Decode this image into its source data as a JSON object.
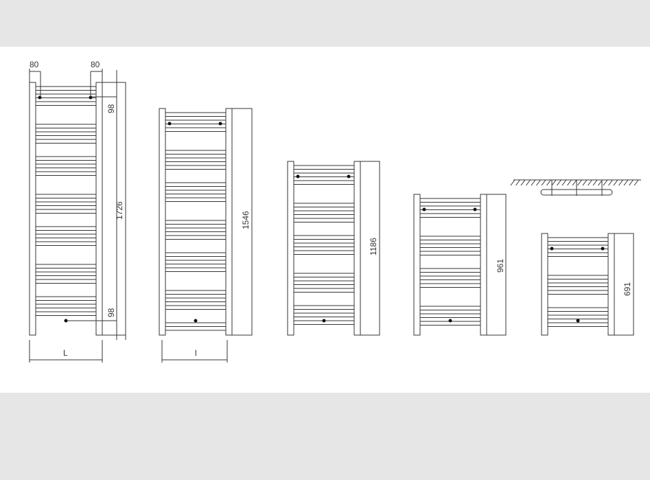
{
  "diagram": {
    "models": [
      {
        "height_label": "1726",
        "width_label": "L",
        "top_offset_left": "80",
        "top_offset_right": "80",
        "top_valve_offset": "98",
        "bottom_valve_offset": "98"
      },
      {
        "height_label": "1546",
        "width_label": "l"
      },
      {
        "height_label": "1186"
      },
      {
        "height_label": "961"
      },
      {
        "height_label": "691"
      }
    ],
    "line_color": "#333333",
    "background_color": "#e6e6e6"
  }
}
